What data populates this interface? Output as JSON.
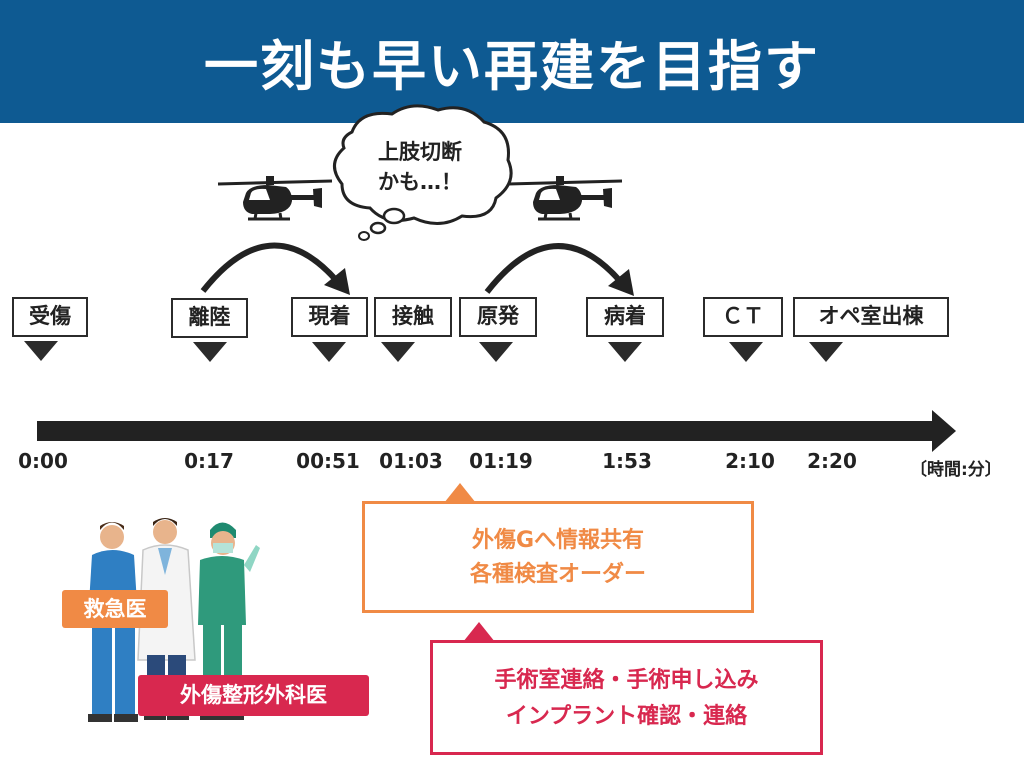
{
  "header": {
    "title": "一刻も早い再建を目指す"
  },
  "bubble": {
    "line1": "上肢切断",
    "line2": "かも…！"
  },
  "events": [
    {
      "label": "受傷"
    },
    {
      "label": "離陸"
    },
    {
      "label": "現着"
    },
    {
      "label": "接触"
    },
    {
      "label": "原発"
    },
    {
      "label": "病着"
    },
    {
      "label": "ＣＴ"
    },
    {
      "label": "オペ室出棟"
    }
  ],
  "timeline": {
    "ticks": [
      "0:00",
      "0:17",
      "00:51",
      "01:03",
      "01:19",
      "1:53",
      "2:10",
      "2:20"
    ],
    "unit_label": "〔時間:分〕"
  },
  "notes": {
    "orange": {
      "line1": "外傷Gへ情報共有",
      "line2": "各種検査オーダー",
      "color": "#f08a45"
    },
    "red": {
      "line1": "手術室連絡・手術申し込み",
      "line2": "インプラント確認・連絡",
      "color": "#d8284f"
    }
  },
  "roles": {
    "emergency": "救急医",
    "orthopedic": "外傷整形外科医"
  },
  "colors": {
    "header": "#0e5a92",
    "orange": "#f08a45",
    "red": "#d8284f",
    "dark": "#222222"
  },
  "icons": [
    "helicopter-icon",
    "helicopter-icon",
    "thought-bubble-icon",
    "doctor-icon",
    "doctor-icon",
    "surgeon-icon"
  ]
}
